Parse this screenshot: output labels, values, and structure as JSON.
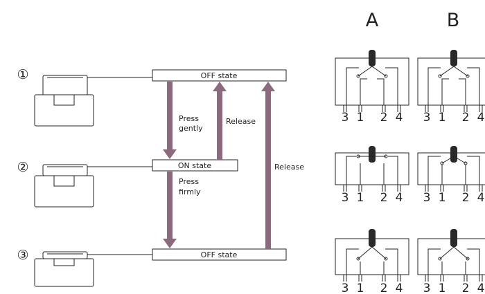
{
  "rows": [
    {
      "marker": "①",
      "state": "OFF state"
    },
    {
      "marker": "②",
      "state": "ON state"
    },
    {
      "marker": "③",
      "state": "OFF state"
    }
  ],
  "arrows": {
    "press_gently": [
      "Press",
      "gently"
    ],
    "release_1": "Release",
    "press_firmly": [
      "Press",
      "firmly"
    ],
    "release_2": "Release"
  },
  "columns": [
    "A",
    "B"
  ],
  "pins": [
    "3",
    "1",
    "2",
    "4"
  ],
  "colors": {
    "arrow": "#8a6a7c",
    "line": "#222222",
    "actuator": "#2a2a2a"
  }
}
